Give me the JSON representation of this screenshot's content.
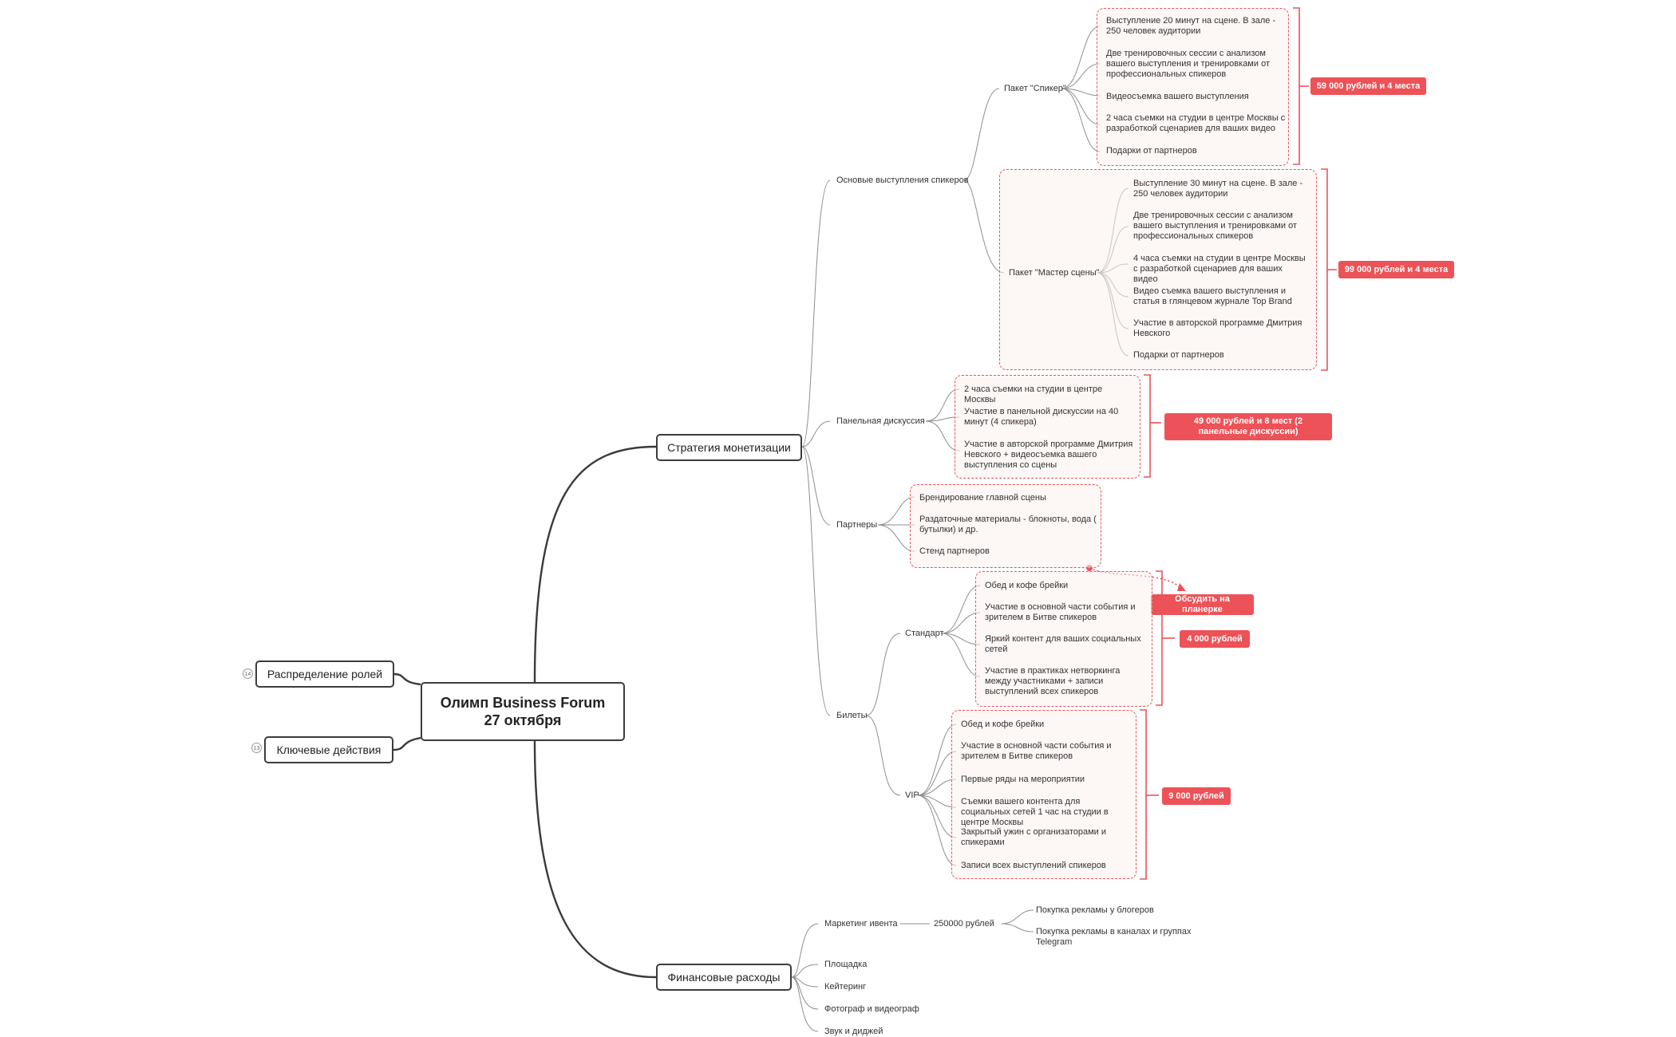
{
  "central": "Олимп Business Forum\n27 октября",
  "left_branches": [
    {
      "label": "Распределение ролей",
      "count": "14"
    },
    {
      "label": "Ключевые действия",
      "count": "13"
    }
  ],
  "monetization": {
    "label": "Стратегия монетизации",
    "main_talks": {
      "label": "Основые выступления спикеров",
      "speaker_pkg": {
        "label": "Пакет \"Спикер\"",
        "items": [
          "Выступление 20 минут на сцене. В зале - 250 человек аудитории",
          "Две тренировочных сессии с анализом вашего выступления и тренировками от профессиональных спикеров",
          "Видеосъемка вашего выступления",
          "2 часа съемки на студии в центре Москвы с разработкой сценариев для ваших видео",
          "Подарки от партнеров"
        ],
        "price": "59 000 рублей и 4 места"
      },
      "master_pkg": {
        "label": "Пакет \"Мастер сцены\"",
        "items": [
          "Выступление 30 минут на сцене. В зале - 250 человек аудитории",
          "Две тренировочных сессии с анализом вашего выступления и тренировками от профессиональных спикеров",
          "4 часа съемки на студии в центре Москвы с разработкой сценариев для ваших видео",
          "Видео съемка вашего выступления и статья в глянцевом журнале Top Brand",
          "Участие в авторской программе Дмитрия Невского",
          "Подарки от партнеров"
        ],
        "price": "99 000 рублей и 4 места"
      }
    },
    "panel": {
      "label": "Панельная дискуссия",
      "items": [
        "2 часа съемки на студии в центре Москвы",
        "Участие в панельной дискуссии на 40 минут (4 спикера)",
        "Участие в авторской программе Дмитрия Невского + видеосъемка вашего выступления со сцены"
      ],
      "price": "49 000 рублей и 8 мест (2 панельные дискуссии)"
    },
    "partners": {
      "label": "Партнеры",
      "items": [
        "Брендирование главной сцены",
        "Раздаточные материалы - блокноты, вода ( бутылки) и др.",
        "Стенд партнеров"
      ],
      "callout": "Обсудить на планерке"
    },
    "tickets": {
      "label": "Билеты",
      "standard": {
        "label": "Стандарт",
        "items": [
          "Обед и кофе брейки",
          "Участие в основной части события и зрителем в Битве спикеров",
          "Яркий контент для ваших социальных сетей",
          "Участие в практиках нетворкинга между участниками + записи выступлений всех спикеров"
        ],
        "price": "4 000 рублей"
      },
      "vip": {
        "label": "VIP",
        "items": [
          "Обед и кофе брейки",
          "Участие в основной части события и зрителем в Битве спикеров",
          "Первые ряды на мероприятии",
          "Съемки вашего контента для социальных сетей 1 час на студии в центре Москвы",
          "Закрытый ужин с организаторами и спикерами",
          "Записи всех выступлений спикеров"
        ],
        "price": "9 000 рублей"
      }
    }
  },
  "expenses": {
    "label": "Финансовые расходы",
    "marketing": {
      "label": "Маркетинг ивента",
      "amount": "250000 рублей",
      "items": [
        "Покупка рекламы у блогеров",
        "Покупка рекламы в каналах и группах Telegram"
      ]
    },
    "others": [
      "Площадка",
      "Кейтеринг",
      "Фотограф и видеограф",
      "Звук и диджей"
    ]
  },
  "colors": {
    "accent": "#ec5257",
    "line": "#8e8e8e",
    "node_border": "#3c3c3c"
  }
}
